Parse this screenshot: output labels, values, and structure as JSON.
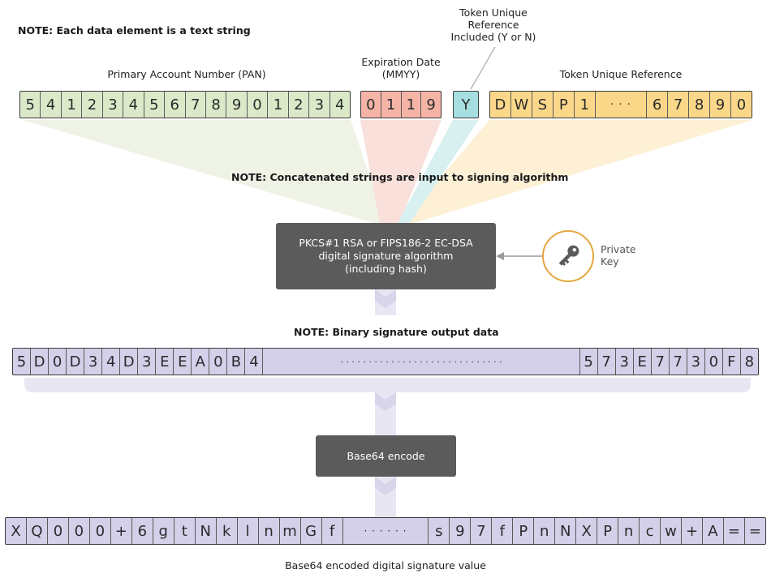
{
  "notes": {
    "text_string": "NOTE: Each data element is a text string",
    "concatenated": "NOTE: Concatenated strings are input to signing algorithm",
    "binary_output": "NOTE: Binary signature output data"
  },
  "fields": {
    "pan": {
      "label": "Primary Account Number (PAN)",
      "chars": [
        "5",
        "4",
        "1",
        "2",
        "3",
        "4",
        "5",
        "6",
        "7",
        "8",
        "9",
        "0",
        "1",
        "2",
        "3",
        "4"
      ],
      "color": "#dbe9c9"
    },
    "expiration": {
      "label_line1": "Expiration Date",
      "label_line2": "(MMYY)",
      "chars": [
        "0",
        "1",
        "1",
        "9"
      ],
      "color": "#f5b4a6"
    },
    "tur_included": {
      "label_line1": "Token Unique",
      "label_line2": "Reference",
      "label_line3": "Included (Y or N)",
      "chars": [
        "Y"
      ],
      "color": "#a7dfe0"
    },
    "tur": {
      "label": "Token Unique Reference",
      "chars_start": [
        "D",
        "W",
        "S",
        "P",
        "1"
      ],
      "ellipsis": "· · ·",
      "chars_end": [
        "6",
        "7",
        "8",
        "9",
        "0"
      ],
      "color": "#fbd889"
    }
  },
  "signing_box": {
    "line1": "PKCS#1 RSA or FIPS186-2 EC-DSA",
    "line2": "digital signature algorithm",
    "line3": "(including hash)"
  },
  "private_key": {
    "icon": "key-icon",
    "line1": "Private",
    "line2": "Key",
    "accent": "#e6a640"
  },
  "binary_signature": {
    "chars_start": [
      "5",
      "D",
      "0",
      "D",
      "3",
      "4",
      "D",
      "3",
      "E",
      "E",
      "A",
      "0",
      "B",
      "4"
    ],
    "ellipsis": "· · · · · · · · · · · · · · · · · · · · · · · · · · · · ·",
    "chars_end": [
      "5",
      "7",
      "3",
      "E",
      "7",
      "7",
      "3",
      "0",
      "F",
      "8"
    ],
    "color": "#d4d0ea"
  },
  "encode_box": {
    "label": "Base64 encode"
  },
  "base64_signature": {
    "chars_start": [
      "X",
      "Q",
      "0",
      "0",
      "0",
      "+",
      "6",
      "g",
      "t",
      "N",
      "k",
      "l",
      "n",
      "m",
      "G",
      "f"
    ],
    "ellipsis": "· · · · · ·",
    "chars_end": [
      "s",
      "9",
      "7",
      "f",
      "P",
      "n",
      "N",
      "X",
      "P",
      "n",
      "c",
      "w",
      "+",
      "A",
      "=",
      "="
    ],
    "caption": "Base64 encoded digital signature value",
    "color": "#d4d0ea"
  },
  "colors": {
    "box": "#5b5b5b",
    "connector": "#e8e6f3"
  }
}
